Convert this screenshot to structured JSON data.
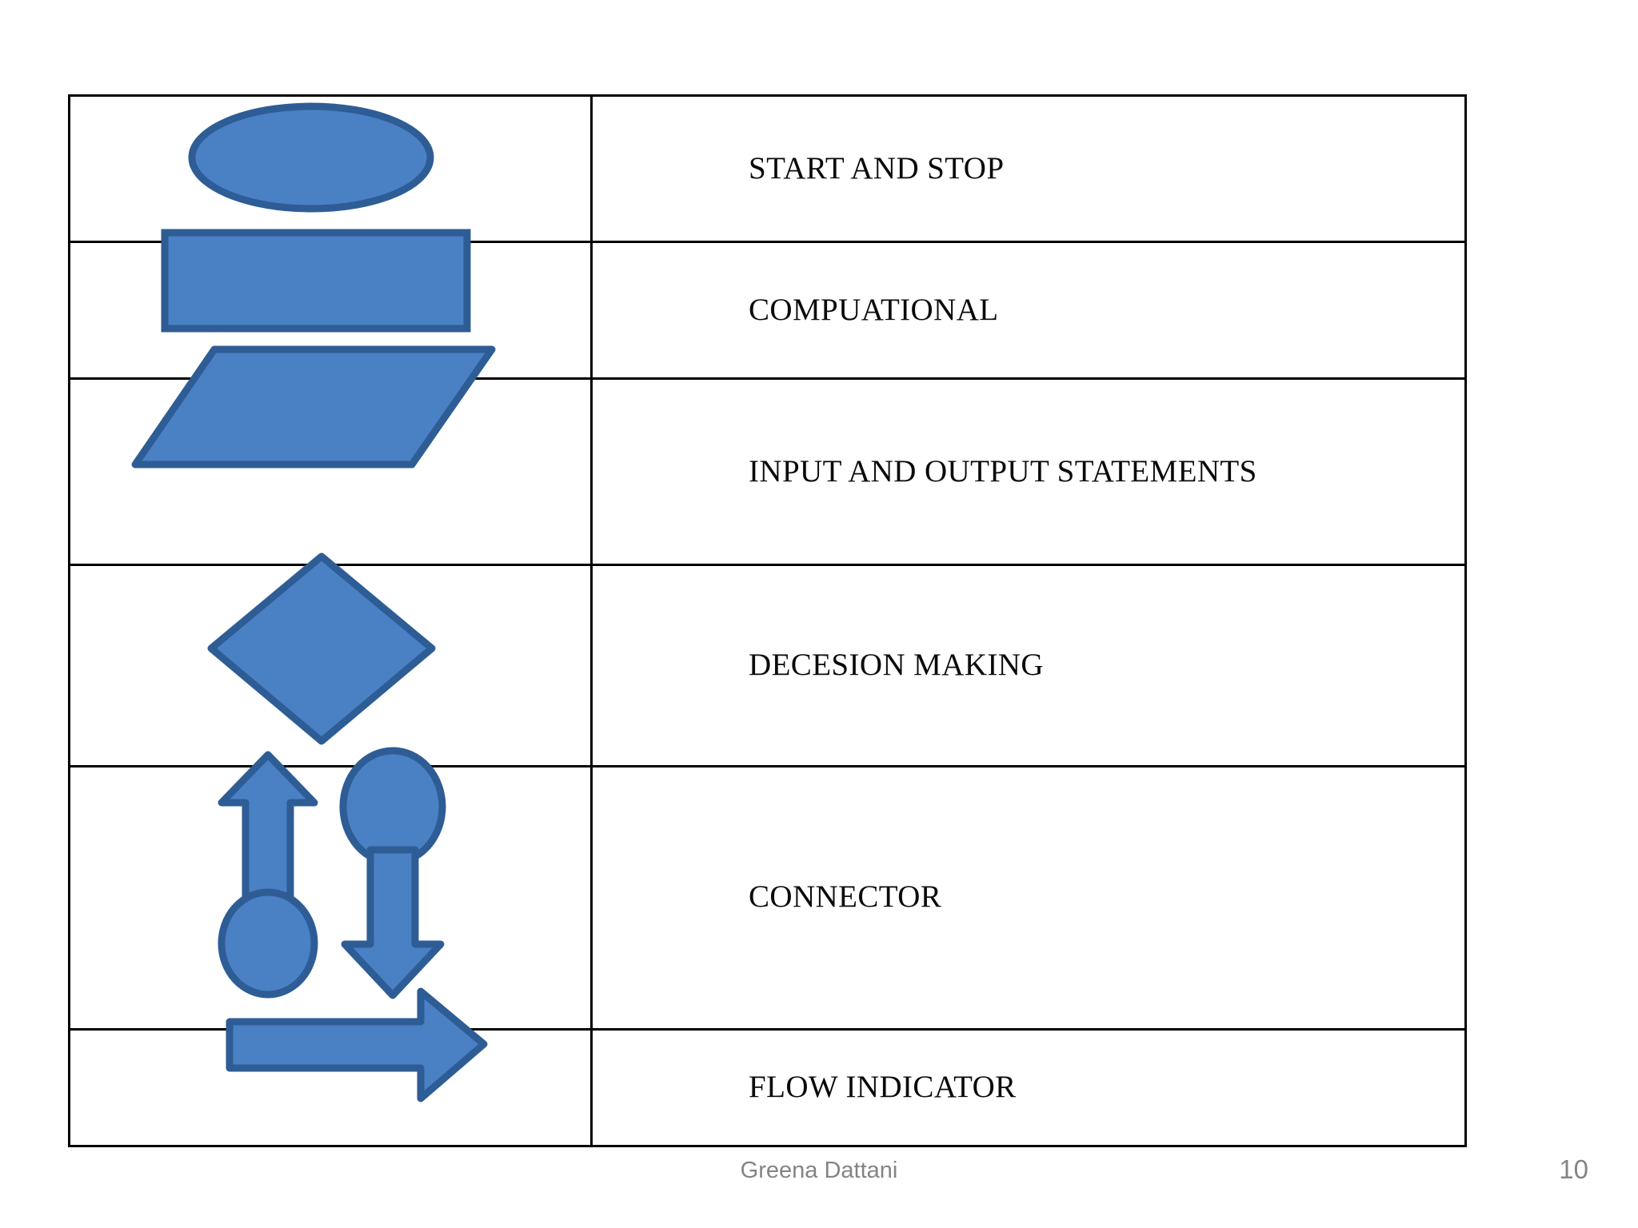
{
  "slide": {
    "page_number": "10",
    "author": "Greena Dattani",
    "colors": {
      "shape_fill": "#4a80c4",
      "shape_stroke": "#2e5d96",
      "table_border": "#000000",
      "label_text": "#0a0a0a",
      "footer_text": "#848484",
      "background": "#ffffff"
    }
  },
  "table": {
    "rows": [
      {
        "symbol": "oval",
        "symbol_name": "oval-shape",
        "label": "START AND STOP"
      },
      {
        "symbol": "rectangle",
        "symbol_name": "rectangle-shape",
        "label": "COMPUATIONAL"
      },
      {
        "symbol": "parallelogram",
        "symbol_name": "parallelogram-shape",
        "label": "INPUT AND OUTPUT STATEMENTS"
      },
      {
        "symbol": "diamond",
        "symbol_name": "diamond-shape",
        "label": "DECESION MAKING"
      },
      {
        "symbol": "connector-arrows",
        "symbol_name": "connector-shape",
        "label": "CONNECTOR"
      },
      {
        "symbol": "right-arrow",
        "symbol_name": "right-arrow-shape",
        "label": "FLOW INDICATOR"
      }
    ]
  }
}
